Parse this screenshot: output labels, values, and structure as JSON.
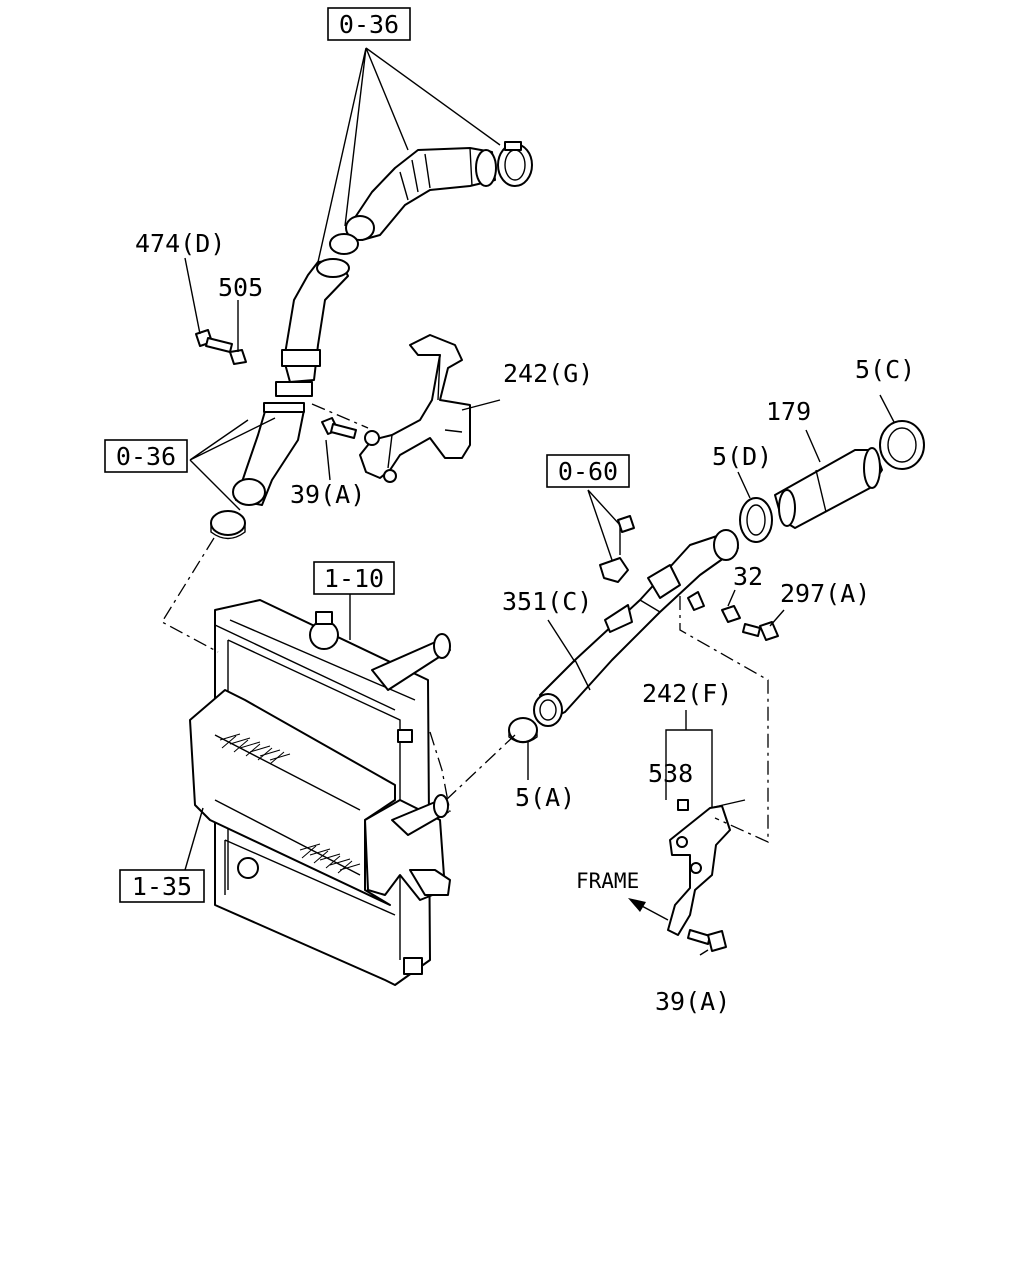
{
  "ref_boxes": {
    "top": "0-36",
    "left": "0-36",
    "mid": "0-60",
    "radiator": "1-10",
    "intercooler": "1-35"
  },
  "callouts": {
    "c474d": "474(D)",
    "c505": "505",
    "c242g": "242(G)",
    "c39a_upper": "39(A)",
    "c5c": "5(C)",
    "c179": "179",
    "c5d": "5(D)",
    "c32": "32",
    "c297a": "297(A)",
    "c351c": "351(C)",
    "c242f": "242(F)",
    "c538": "538",
    "c5a": "5(A)",
    "frame": "FRAME",
    "c39a_lower": "39(A)"
  }
}
